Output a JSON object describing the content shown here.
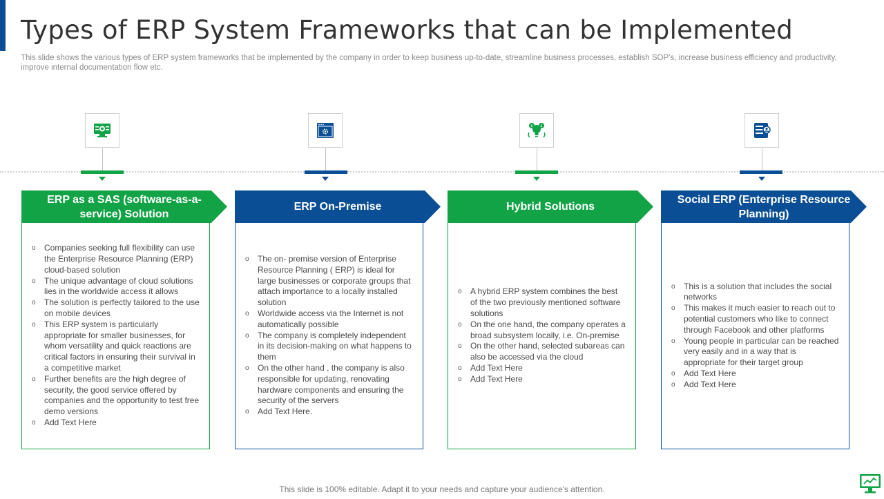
{
  "title": "Types of ERP System Frameworks that can be Implemented",
  "subtitle": "This slide shows the various types of ERP system frameworks that be implemented by the company in order to keep business up-to-date, streamline business processes, establish SOP’s, increase business efficiency and productivity, improve internal documentation flow etc.",
  "colors": {
    "green": "#11a346",
    "blue": "#0a4e96",
    "dark_blue_accent": "#0a4e96"
  },
  "columns": [
    {
      "icon": "cloud-computer-icon",
      "header": "ERP as a SAS (software-as-a-service) Solution",
      "items": [
        "Companies seeking full flexibility can use the Enterprise Resource Planning (ERP) cloud-based solution",
        "The unique advantage of cloud solutions lies in the worldwide access it allows",
        "The solution is perfectly tailored to the use on mobile devices",
        "This ERP system is particularly appropriate for smaller businesses, for whom versatility and quick reactions are critical factors in ensuring their survival in a competitive market",
        "Further benefits are the high degree of security, the good service offered by companies and the opportunity to test free demo versions",
        "Add Text Here"
      ]
    },
    {
      "icon": "browser-settings-icon",
      "header": "ERP On-Premise",
      "items": [
        "The on- premise version of Enterprise Resource Planning ( ERP) is ideal for large businesses or corporate groups that attach importance to a locally installed solution",
        "Worldwide access via the Internet is not automatically possible",
        "The company is completely independent in its decision-making on what happens to them",
        "On the other hand , the company is also responsible for updating, renovating hardware components and ensuring the security of the servers",
        "Add Text Here."
      ]
    },
    {
      "icon": "hybrid-lightbulb-icon",
      "header": "Hybrid Solutions",
      "items": [
        "A hybrid ERP system combines the best of the two previously mentioned software solutions",
        "On the one hand, the company operates a broad subsystem locally, i.e. On-premise",
        "On the other hand, selected subareas can also be accessed via the cloud",
        "Add Text Here",
        "Add Text Here"
      ]
    },
    {
      "icon": "social-network-icon",
      "header": "Social ERP (Enterprise Resource Planning)",
      "items": [
        "This is a solution that includes the social networks",
        "This makes it much easier to reach out to potential customers who like to connect through Facebook and other platforms",
        "Young people in particular can be reached very easily and in a way that is appropriate for their target group",
        "Add Text Here",
        "Add Text Here"
      ]
    }
  ],
  "footer": "This slide is 100% editable. Adapt it to your needs and capture your audience's attention.",
  "corner_icon": "monitor-icon"
}
